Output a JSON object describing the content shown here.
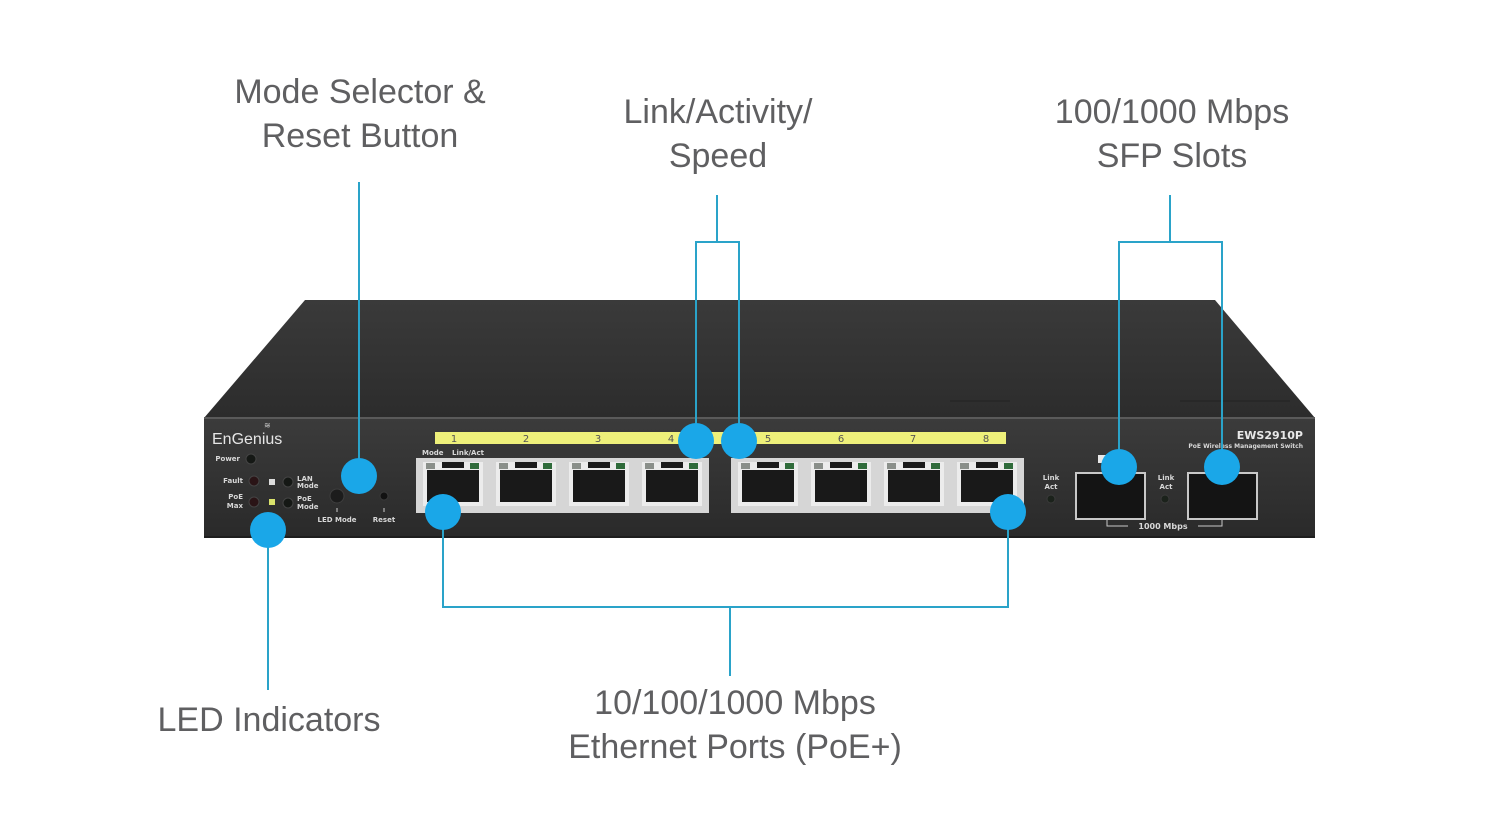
{
  "diagram": {
    "title": "EnGenius EWS2910P front panel callouts",
    "accent_color": "#1aa7e8",
    "line_color": "#2aa3c9",
    "label_color": "#5f5f61"
  },
  "callouts": {
    "mode_selector": {
      "line1": "Mode Selector &",
      "line2": "Reset Button"
    },
    "link_activity": {
      "line1": "Link/Activity/",
      "line2": "Speed"
    },
    "sfp_slots": {
      "line1": "100/1000 Mbps",
      "line2": "SFP Slots"
    },
    "led_indicators": {
      "line1": "LED Indicators"
    },
    "ethernet_ports": {
      "line1": "10/100/1000 Mbps",
      "line2": "Ethernet Ports (PoE+)"
    }
  },
  "device": {
    "brand": "EnGenius",
    "model": "EWS2910P",
    "model_subtitle": "PoE Wireless Management Switch",
    "led_labels": {
      "power": "Power",
      "fault": "Fault",
      "poe_max_1": "PoE",
      "poe_max_2": "Max",
      "lan_mode_1": "LAN",
      "lan_mode_2": "Mode",
      "poe_mode_1": "PoE",
      "poe_mode_2": "Mode"
    },
    "button_labels": {
      "led_mode": "LED Mode",
      "reset": "Reset"
    },
    "port_header": {
      "mode": "Mode",
      "link_act": "Link/Act"
    },
    "port_numbers": [
      "1",
      "2",
      "3",
      "4",
      "5",
      "6",
      "7",
      "8"
    ],
    "sfp_link_label_1": "Link",
    "sfp_link_label_2": "Act",
    "sfp_speed": "1000 Mbps"
  }
}
